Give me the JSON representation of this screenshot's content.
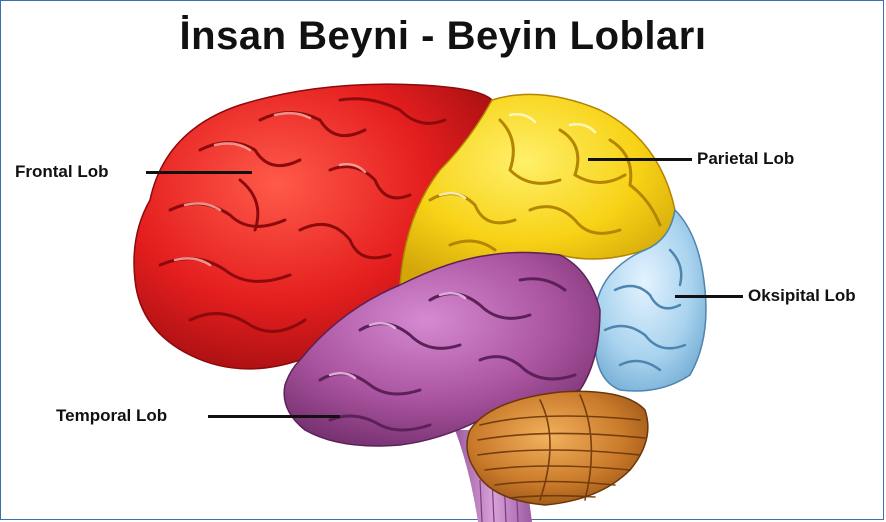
{
  "title": "İnsan Beyni - Beyin Lobları",
  "labels": {
    "frontal": "Frontal Lob",
    "parietal": "Parietal Lob",
    "occipital": "Oksipital Lob",
    "temporal": "Temporal Lob"
  },
  "colors": {
    "frontal": "#e41e1e",
    "parietal": "#f7d216",
    "occipital": "#a9d3ee",
    "temporal": "#a9539e",
    "cerebellum": "#c97a2a",
    "brainstem": "#c07fc0",
    "frame": "#3a6fb0"
  }
}
